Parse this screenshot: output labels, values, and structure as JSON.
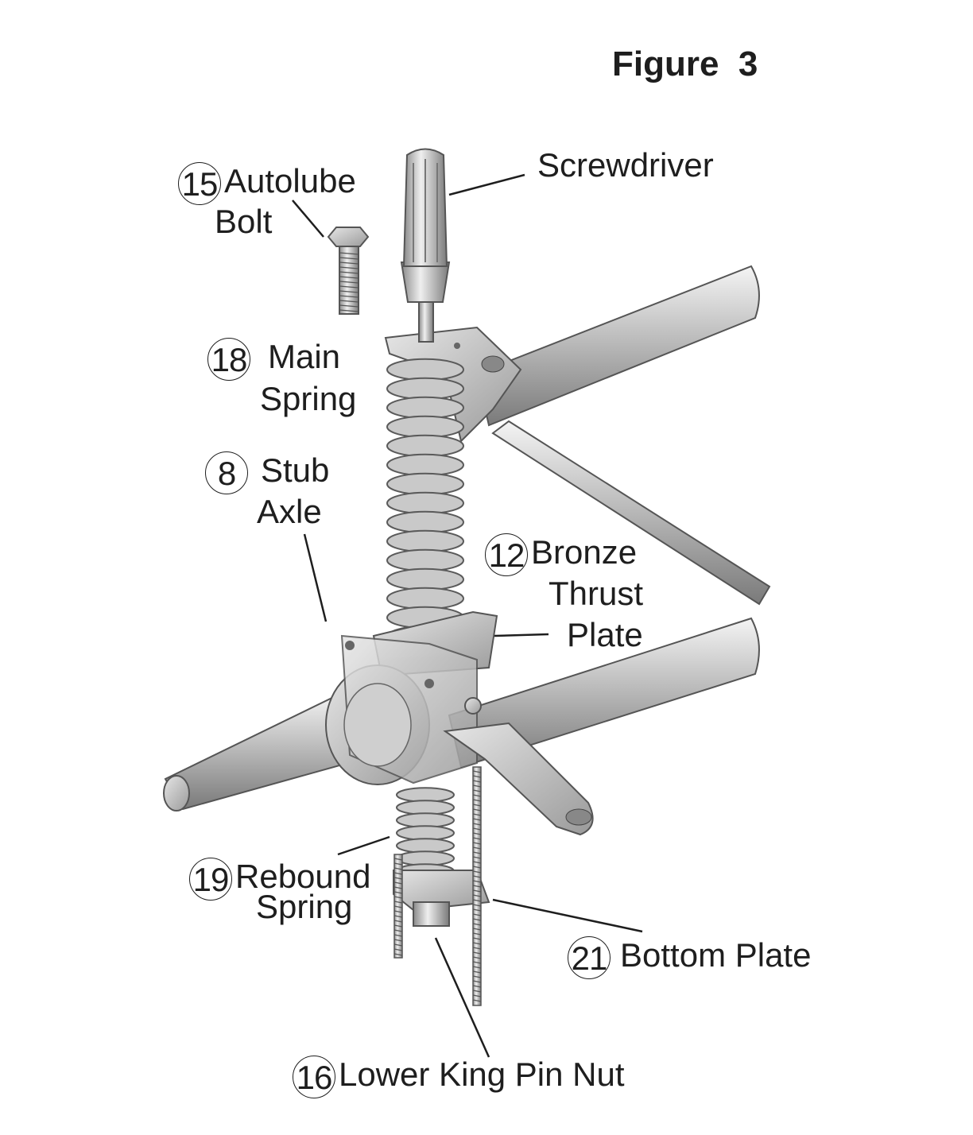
{
  "title": "Figure  3",
  "labels": {
    "screwdriver": {
      "text": "Screwdriver"
    },
    "autolube_bolt": {
      "number": "15",
      "line1": "Autolube",
      "line2": "Bolt"
    },
    "main_spring": {
      "number": "18",
      "line1": "Main",
      "line2": "Spring"
    },
    "stub_axle": {
      "number": "8",
      "line1": "Stub",
      "line2": "Axle"
    },
    "bronze_thrust_plate": {
      "number": "12",
      "line1": "Bronze",
      "line2": "Thrust",
      "line3": "Plate"
    },
    "rebound_spring": {
      "number": "19",
      "line1": "Rebound",
      "line2": "Spring"
    },
    "bottom_plate": {
      "number": "21",
      "line1": "Bottom Plate"
    },
    "lower_king_pin_nut": {
      "number": "16",
      "line1": "Lower King Pin Nut"
    }
  }
}
